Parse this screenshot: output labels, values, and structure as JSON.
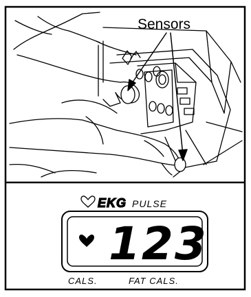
{
  "callout_label": "Sensors",
  "display": {
    "heart_symbol": "♡",
    "ekg_label": "EKG",
    "pulse_label": "PULSE",
    "reading": "123",
    "cals_label": "CALS.",
    "fat_cals_label": "FAT CALS."
  },
  "colors": {
    "line": "#000000",
    "background": "#ffffff"
  },
  "icons": [
    "heart-outline-icon",
    "heart-filled-icon",
    "arrow-icon"
  ]
}
